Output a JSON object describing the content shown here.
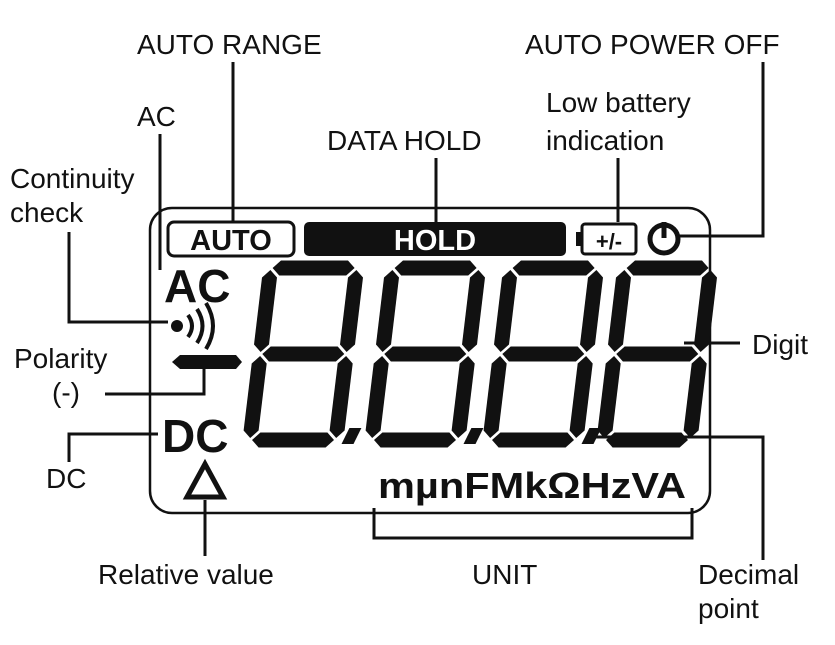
{
  "colors": {
    "ink": "#111111",
    "background": "#ffffff"
  },
  "callouts": {
    "auto_range": "AUTO RANGE",
    "auto_power_off": "AUTO POWER OFF",
    "ac": "AC",
    "data_hold": "DATA HOLD",
    "low_battery": [
      "Low battery",
      "indication"
    ],
    "continuity": [
      "Continuity",
      "check"
    ],
    "polarity": [
      "Polarity",
      "(-)"
    ],
    "digit": "Digit",
    "dc": "DC",
    "relative_value": "Relative value",
    "unit": "UNIT",
    "decimal_point": [
      "Decimal",
      "point"
    ]
  },
  "lcd": {
    "auto_badge": "AUTO",
    "hold_bar": "HOLD",
    "ac_symbol": "AC",
    "dc_symbol": "DC",
    "battery_symbol": "+/-",
    "units": "mµnFMkΩHzVA",
    "digit_count": 4,
    "icons": {
      "continuity": "continuity-sound-icon",
      "power": "auto-power-off-icon",
      "battery": "battery-icon",
      "relative": "delta-triangle-icon",
      "minus": "minus-sign-icon"
    }
  }
}
